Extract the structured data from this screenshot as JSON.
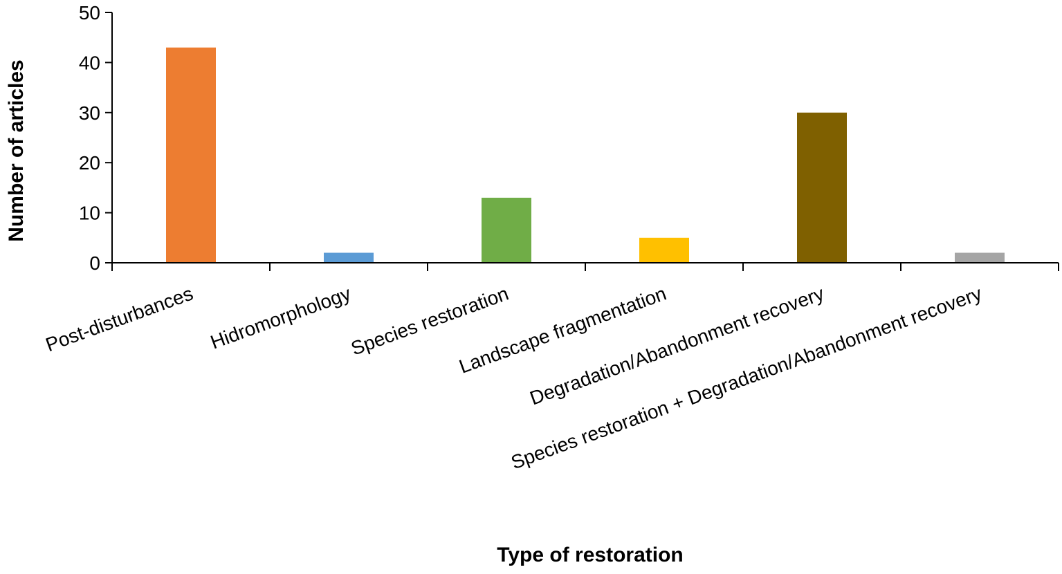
{
  "chart_data": {
    "type": "bar",
    "title": "",
    "xlabel": "Type of restoration",
    "ylabel": "Number of articles",
    "ylim": [
      0,
      50
    ],
    "yticks": [
      0,
      10,
      20,
      30,
      40,
      50
    ],
    "categories": [
      "Post-disturbances",
      "Hidromorphology",
      "Species restoration",
      "Landscape fragmentation",
      "Degradation/Abandonment recovery",
      "Species restoration + Degradation/Abandonment recovery"
    ],
    "values": [
      43,
      2,
      13,
      5,
      30,
      2
    ],
    "colors": [
      "#ED7D31",
      "#5B9BD5",
      "#70AD47",
      "#FFC000",
      "#7F6000",
      "#A5A5A5"
    ],
    "grid": false,
    "legend": "none"
  }
}
